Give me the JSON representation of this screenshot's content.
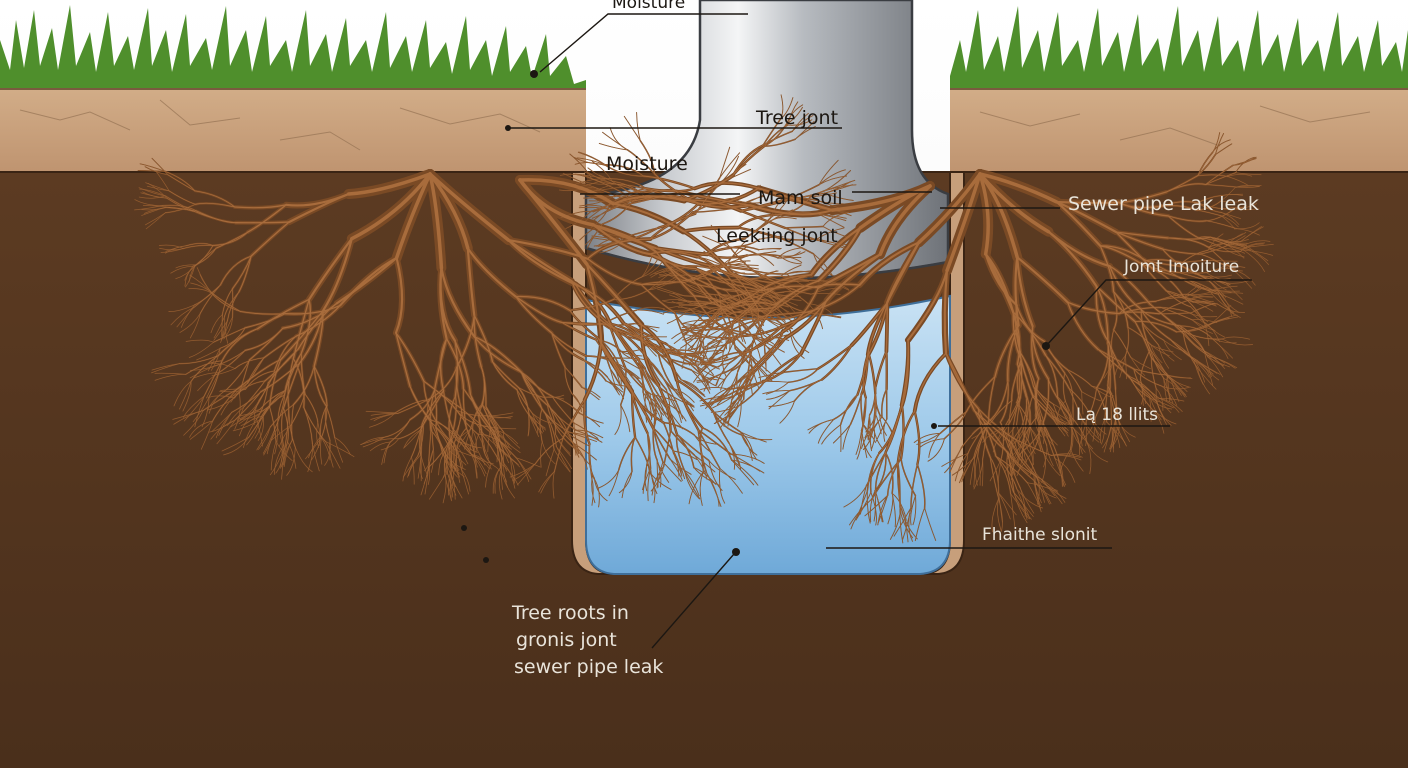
{
  "diagram": {
    "labels": {
      "moisture_top": "Moisture",
      "tree_joint": "Tree jont",
      "moisture": "Moisture",
      "main_soil": "Mam soil",
      "leaking_joint": "Leekiing jont",
      "sewer_pipe_leak": "Sewer pipe Lak leak",
      "joint_moisture": "Jomt Imoiture",
      "lb_lilts": "Lą 18 llits",
      "fhaithe_slonit": "Fhaithe slonit",
      "caption_line1": "Tree roots in",
      "caption_line2": "gronis jont",
      "caption_line3": "sewer pipe leak"
    },
    "colors": {
      "grass": "#4f8f2c",
      "topsoil": "#c9a27e",
      "deep_soil": "#5b3a22",
      "pipe": "#b8bcc2",
      "water": "#8fc0e3",
      "roots": "#7a4a25"
    }
  }
}
